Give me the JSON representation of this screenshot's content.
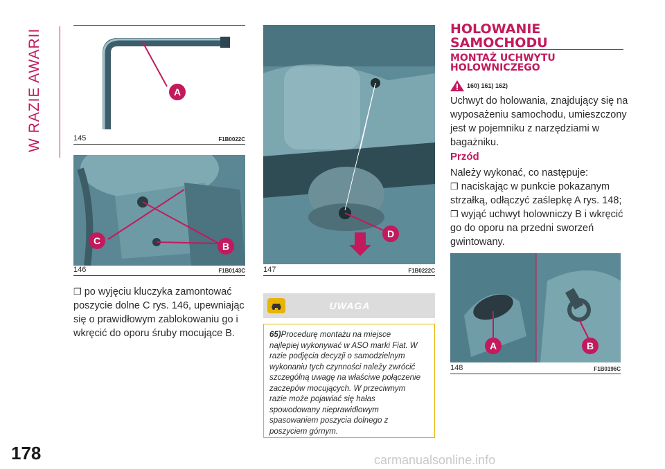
{
  "side_title": "W RAZIE AWARII",
  "page_number": "178",
  "watermark": "carmanualsonline.info",
  "figures": {
    "f145": {
      "number": "145",
      "code": "F1B0022C",
      "callouts": [
        "A"
      ]
    },
    "f146": {
      "number": "146",
      "code": "F1B0143C",
      "callouts": [
        "C",
        "B"
      ]
    },
    "f147": {
      "number": "147",
      "code": "F1B0222C",
      "callouts": [
        "D"
      ]
    },
    "f148": {
      "number": "148",
      "code": "F1B0196C",
      "callouts": [
        "A",
        "B"
      ]
    }
  },
  "left_text": {
    "bullet": "❒",
    "lines": [
      "po wyjęciu kluczyka zamontować",
      "poszycie dolne C rys. 146, upewniając",
      "się o prawidłowym zablokowaniu go i",
      "wkręcić do oporu śruby mocujące B."
    ]
  },
  "warning": {
    "title": "UWAGA",
    "ref": "65)",
    "lines": [
      "Procedurę montażu na miejsce",
      "najlepiej wykonywać w ASO marki Fiat. W",
      "razie podjęcia decyzji o samodzielnym",
      "wykonaniu tych czynności należy zwrócić",
      "szczególną uwagę na właściwe połączenie",
      "zaczepów mocujących. W przeciwnym",
      "razie może pojawiać się hałas",
      "spowodowany nieprawidłowym",
      "spasowaniem poszycia dolnego z",
      "poszyciem górnym."
    ]
  },
  "right": {
    "heading1_lines": [
      "HOLOWANIE",
      "SAMOCHODU"
    ],
    "heading2_lines": [
      "MONTAŻ UCHWYTU",
      "HOLOWNICZEGO"
    ],
    "refs": "160) 161) 162)",
    "intro_lines": [
      "Uchwyt do holowania, znajdujący się na",
      "wyposażeniu samochodu, umieszczony",
      "jest w pojemniku z narzędziami w",
      "bagażniku."
    ],
    "subheading": "Przód",
    "step_intro": "Należy wykonać, co następuje:",
    "bullet": "❒",
    "step1_lines": [
      "naciskając w punkcie pokazanym",
      "strzałką, odłączyć zaślepkę A rys. 148;"
    ],
    "step2_lines": [
      "wyjąć uchwyt holowniczy B i wkręcić",
      "go do oporu na przedni sworzeń",
      "gwintowany."
    ]
  },
  "colors": {
    "accent": "#c21a5c",
    "warning": "#e8b400",
    "photo": "#6f9aa6"
  }
}
